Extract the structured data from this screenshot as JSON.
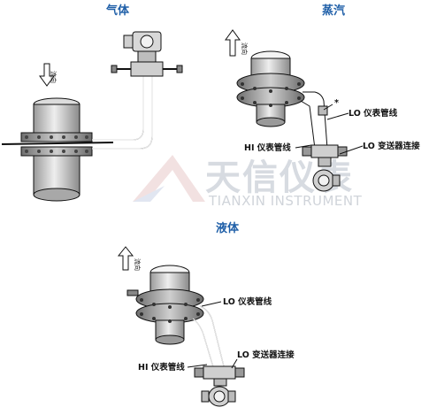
{
  "sections": {
    "gas": {
      "title": "气体",
      "flow_label": "流向"
    },
    "steam": {
      "title": "蒸汽",
      "flow_label": "流向",
      "asterisk": "*",
      "lo_impulse": "LO 仪表管线",
      "hi_impulse": "HI 仪表管线",
      "lo_transmitter": "LO 变送器连接"
    },
    "liquid": {
      "title": "液体",
      "flow_label": "流向",
      "lo_impulse": "LO 仪表管线",
      "hi_impulse": "HI 仪表管线",
      "lo_transmitter": "LO 变送器连接"
    }
  },
  "watermark": {
    "brand_cn": "天信仪表",
    "brand_en": "TIANXIN INSTRUMENT"
  }
}
